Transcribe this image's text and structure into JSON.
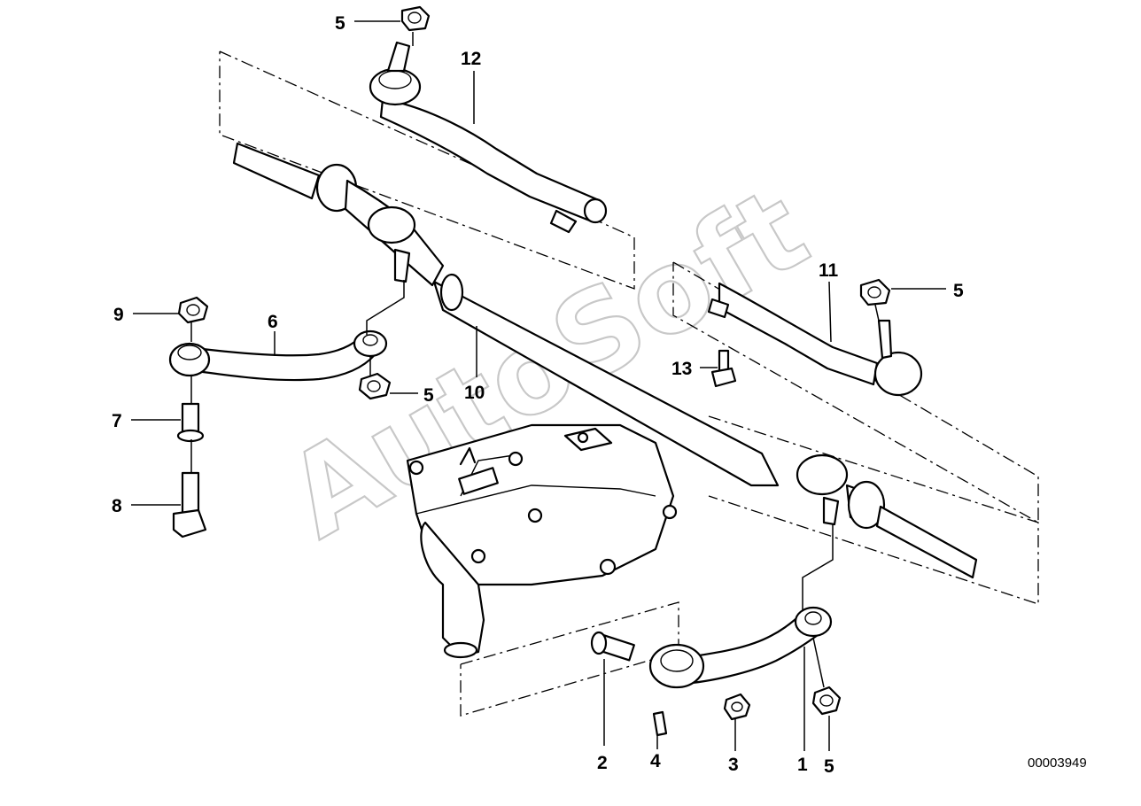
{
  "callouts": {
    "c1": "1",
    "c2": "2",
    "c3": "3",
    "c4": "4",
    "c5_top": "5",
    "c5_right": "5",
    "c5_left": "5",
    "c5_bottom": "5",
    "c6": "6",
    "c7": "7",
    "c8": "8",
    "c9": "9",
    "c10": "10",
    "c11": "11",
    "c12": "12",
    "c13": "13"
  },
  "watermark": "AutoSoft",
  "document_id": "00003949"
}
